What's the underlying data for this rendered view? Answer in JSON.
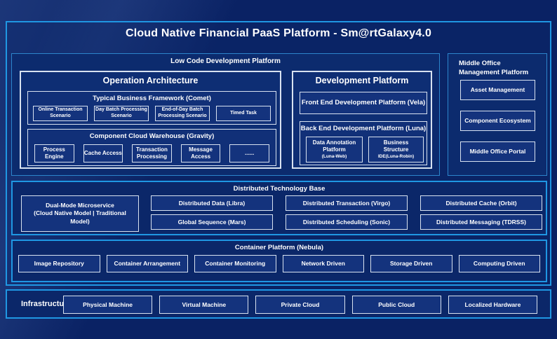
{
  "title": "Cloud Native Financial PaaS Platform - Sm@rtGalaxy4.0",
  "colors": {
    "page_background": "#0A2264",
    "accent_border_blue": "#1F97E3",
    "section_border_blue": "#2C85CC",
    "box_border_white": "#D8E2F0",
    "text": "#FFFFFF"
  },
  "low_code": {
    "label": "Low Code Development Platform",
    "operation": {
      "title": "Operation Architecture",
      "comet": {
        "title": "Typical Business Framework (Comet)",
        "items": [
          "Online Transaction Scenario",
          "Day Batch Processing Scenario",
          "End-of-Day Batch Processing Scenario",
          "Timed Task"
        ]
      },
      "gravity": {
        "title": "Component Cloud Warehouse (Gravity)",
        "items": [
          "Process Engine",
          "Cache Access",
          "Transaction Processing",
          "Message Access",
          "......"
        ]
      }
    },
    "development": {
      "title": "Development Platform",
      "front_end": "Front End Development Platform (Vela)",
      "back_end": {
        "title": "Back End Development Platform (Luna)",
        "items": [
          {
            "label": "Data Annotation Platform",
            "sub": "(Luna-Web)"
          },
          {
            "label": "Business Structure",
            "sub": "IDE(Luna-Robin)"
          }
        ]
      }
    }
  },
  "middle_office": {
    "label": "Middle Office Management Platform",
    "items": [
      "Asset Management",
      "Component Ecosystem",
      "Middle Office Portal"
    ]
  },
  "distributed": {
    "label": "Distributed Technology Base",
    "dual_mode": {
      "label": "Dual-Mode Microservice",
      "sub": "(Cloud Native Model | Traditional Model)"
    },
    "grid": [
      "Distributed Data (Libra)",
      "Distributed Transaction (Virgo)",
      "Distributed Cache (Orbit)",
      "Global Sequence (Mars)",
      "Distributed Scheduling (Sonic)",
      "Distributed Messaging (TDRSS)"
    ]
  },
  "container_platform": {
    "label": "Container Platform (Nebula)",
    "items": [
      "Image Repository",
      "Container Arrangement",
      "Container Monitoring",
      "Network Driven",
      "Storage Driven",
      "Computing Driven"
    ]
  },
  "infrastructure": {
    "label": "Infrastructure",
    "items": [
      "Physical Machine",
      "Virtual Machine",
      "Private Cloud",
      "Public Cloud",
      "Localized Hardware"
    ]
  }
}
